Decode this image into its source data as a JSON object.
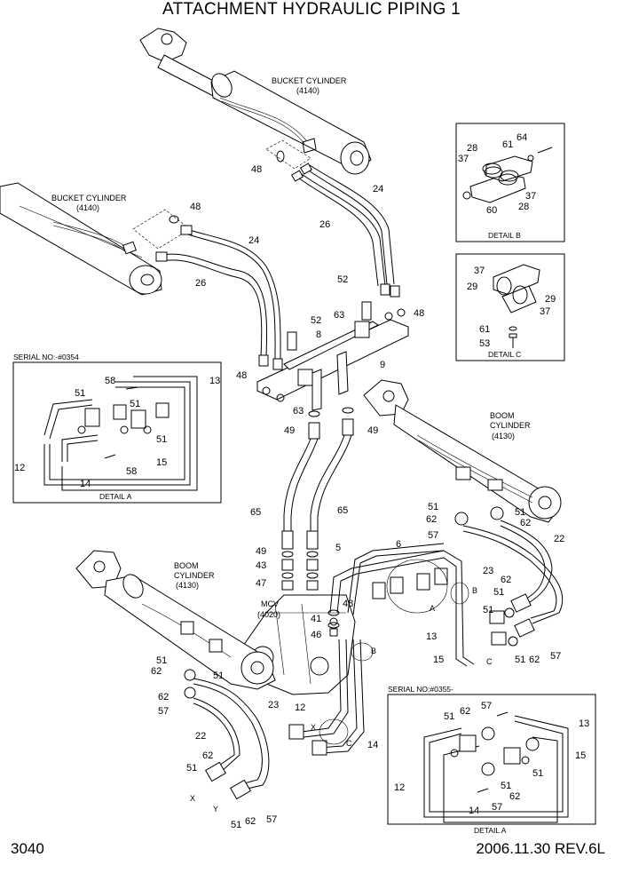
{
  "title": "ATTACHMENT HYDRAULIC PIPING 1",
  "page_number": "3040",
  "revision": "2006.11.30  REV.6L",
  "labels": {
    "bucket_cyl_top": "BUCKET CYLINDER",
    "bucket_cyl_top_code": "(4140)",
    "bucket_cyl_left": "BUCKET CYLINDER",
    "bucket_cyl_left_code": "(4140)",
    "boom_cyl_right_1": "BOOM",
    "boom_cyl_right_2": "CYLINDER",
    "boom_cyl_right_code": "(4130)",
    "boom_cyl_left_1": "BOOM",
    "boom_cyl_left_2": "CYLINDER",
    "boom_cyl_left_code": "(4130)",
    "mcv": "MCV",
    "mcv_code": "(4020)",
    "detail_a": "DETAIL A",
    "detail_a2": "DETAIL A",
    "detail_b": "DETAIL B",
    "detail_c": "DETAIL C",
    "serial_a1": "SERIAL NO:-#0354",
    "serial_a2": "SERIAL NO:#0355-",
    "letter_a": "A",
    "letter_b": "B",
    "letter_b2": "B",
    "letter_c": "C",
    "letter_c2": "C",
    "letter_x": "X",
    "letter_x2": "X",
    "letter_y": "Y"
  },
  "callouts": {
    "c48a": "48",
    "c24a": "24",
    "c26a": "26",
    "c48b": "48",
    "c24b": "24",
    "c26b": "26",
    "c52a": "52",
    "c52b": "52",
    "c63a": "63",
    "c8": "8",
    "c48c": "48",
    "c48d": "48",
    "c9": "9",
    "c63b": "63",
    "c49a": "49",
    "c49b": "49",
    "c65a": "65",
    "c65b": "65",
    "c49c": "49",
    "c43": "43",
    "c47": "47",
    "c5": "5",
    "c6": "6",
    "c48e": "48",
    "c41": "41",
    "c46": "46",
    "c51a": "51",
    "c62a": "62",
    "c57a": "57",
    "c22a": "22",
    "c51b": "51",
    "c62b": "62",
    "c23a": "23",
    "c62c": "62",
    "c51c": "51",
    "c13a": "13",
    "c51d": "51",
    "c15a": "15",
    "c51e": "51",
    "c62d": "62",
    "c57b": "57",
    "c51f": "51",
    "c62e": "62",
    "c51g": "51",
    "c62f": "62",
    "c57c": "57",
    "c23b": "23",
    "c22b": "22",
    "c62g": "62",
    "c51h": "51",
    "c51i": "51",
    "c62h": "62",
    "c57d": "57",
    "c12a": "12",
    "c14a": "14",
    "d_a_58a": "58",
    "d_a_13": "13",
    "d_a_51a": "51",
    "d_a_51b": "51",
    "d_a_51c": "51",
    "d_a_12": "12",
    "d_a_15": "15",
    "d_a_14": "14",
    "d_a_58b": "58",
    "d_b_64": "64",
    "d_b_61": "61",
    "d_b_28a": "28",
    "d_b_37a": "37",
    "d_b_37b": "37",
    "d_b_60": "60",
    "d_b_28b": "28",
    "d_c_37a": "37",
    "d_c_29a": "29",
    "d_c_29b": "29",
    "d_c_37b": "37",
    "d_c_61": "61",
    "d_c_53": "53",
    "d_a2_57": "57",
    "d_a2_13": "13",
    "d_a2_62a": "62",
    "d_a2_51a": "51",
    "d_a2_15": "15",
    "d_a2_51b": "51",
    "d_a2_12": "12",
    "d_a2_62b": "62",
    "d_a2_51c": "51",
    "d_a2_57b": "57",
    "d_a2_14": "14"
  }
}
